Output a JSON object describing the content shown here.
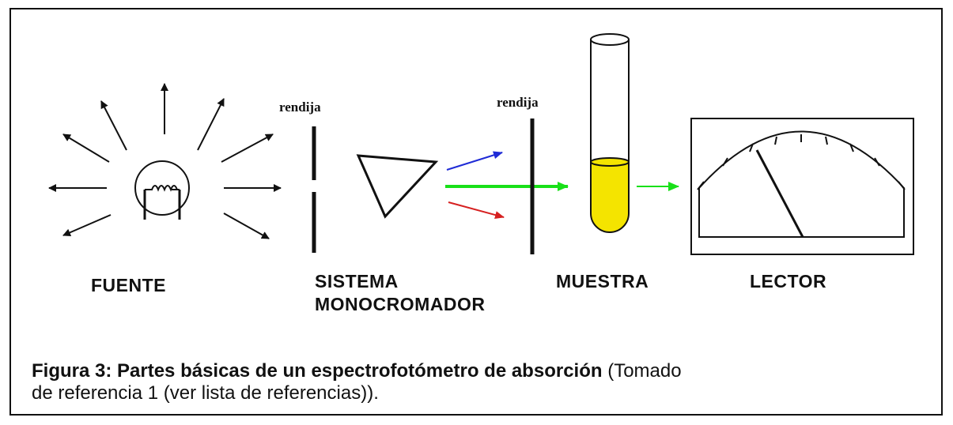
{
  "labels": {
    "fuente": "FUENTE",
    "sistema_line1": "SISTEMA",
    "sistema_line2": "MONOCROMADOR",
    "muestra": "MUESTRA",
    "lector": "LECTOR",
    "rendija_1": "rendija",
    "rendija_2": "rendija"
  },
  "caption": {
    "bold": "Figura 3: Partes básicas de un  espectrofotómetro de absorción",
    "normal_1": " (Tomado",
    "normal_2": "de referencia 1 (ver lista de referencias))."
  },
  "colors": {
    "beam_blue": "#1f2bd6",
    "beam_green": "#19e019",
    "beam_red": "#d62020",
    "sample_liquid": "#f4e400",
    "ink": "#111111"
  },
  "icons": [
    "lamp-filament-icon",
    "prism-icon",
    "test-tube-icon",
    "analog-meter-icon"
  ]
}
